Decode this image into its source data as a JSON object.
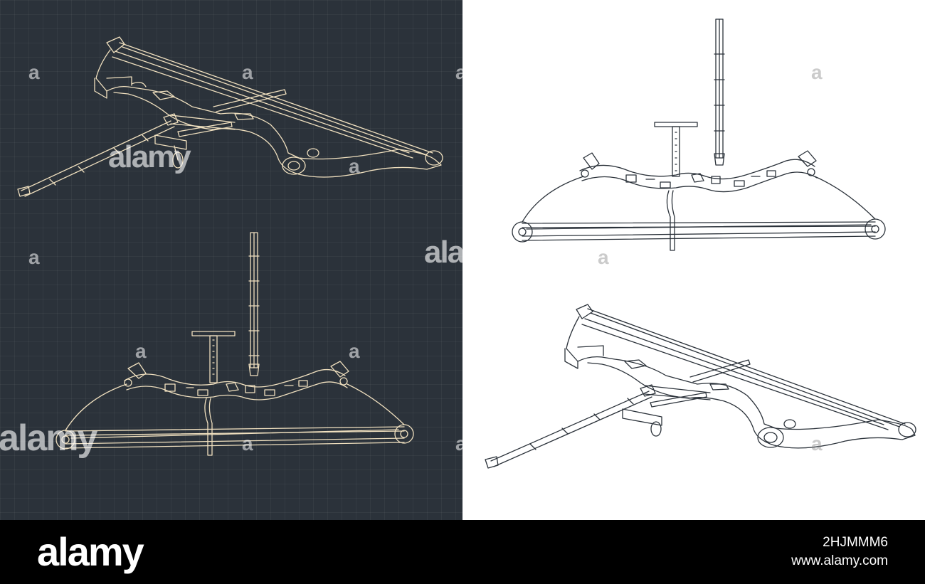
{
  "watermark": {
    "word": "alamy",
    "partial": "ala",
    "letter": "a"
  },
  "footer": {
    "logo": "alamy",
    "image_id": "2HJMMM6",
    "site": "www.alamy.com"
  },
  "colors": {
    "dark_background": "#2b323a",
    "line_cream": "#f0e0bf",
    "light_background": "#ffffff",
    "line_dark": "#2b323a",
    "footer_background": "#000000"
  }
}
